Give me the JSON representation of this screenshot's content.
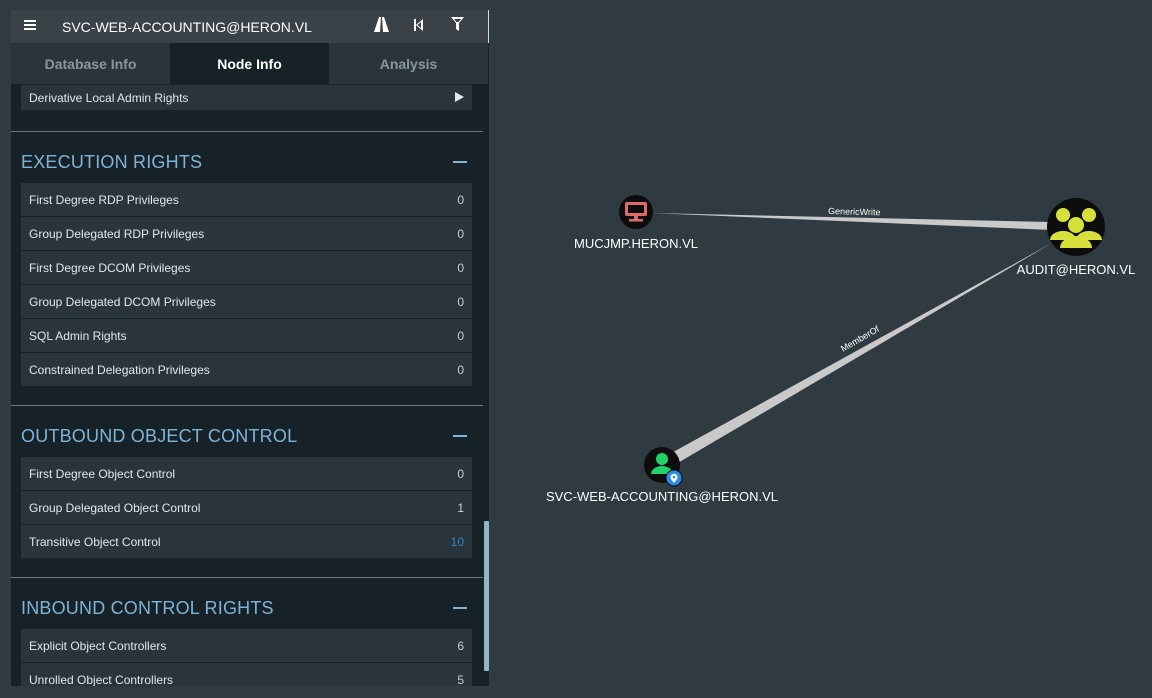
{
  "header": {
    "search_value": "SVC-WEB-ACCOUNTING@HERON.VL",
    "menu_icon": "hamburger-icon",
    "path_icon": "road-icon",
    "back_icon": "skip-back-icon",
    "filter_icon": "filter-icon"
  },
  "tabs": [
    {
      "label": "Database Info"
    },
    {
      "label": "Node Info"
    },
    {
      "label": "Analysis"
    }
  ],
  "partial_row": {
    "label": "Derivative Local Admin Rights"
  },
  "sections": {
    "execution": {
      "title": "EXECUTION RIGHTS",
      "rows": [
        {
          "label": "First Degree RDP Privileges",
          "value": "0"
        },
        {
          "label": "Group Delegated RDP Privileges",
          "value": "0"
        },
        {
          "label": "First Degree DCOM Privileges",
          "value": "0"
        },
        {
          "label": "Group Delegated DCOM Privileges",
          "value": "0"
        },
        {
          "label": "SQL Admin Rights",
          "value": "0"
        },
        {
          "label": "Constrained Delegation Privileges",
          "value": "0"
        }
      ]
    },
    "outbound": {
      "title": "OUTBOUND OBJECT CONTROL",
      "rows": [
        {
          "label": "First Degree Object Control",
          "value": "0"
        },
        {
          "label": "Group Delegated Object Control",
          "value": "1"
        },
        {
          "label": "Transitive Object Control",
          "value": "10"
        }
      ]
    },
    "inbound": {
      "title": "INBOUND CONTROL RIGHTS",
      "rows": [
        {
          "label": "Explicit Object Controllers",
          "value": "6"
        },
        {
          "label": "Unrolled Object Controllers",
          "value": "5"
        }
      ]
    }
  },
  "graph": {
    "nodes": {
      "computer": {
        "label": "MUCJMP.HERON.VL",
        "color": "#e06a6a",
        "icon": "computer-icon"
      },
      "group": {
        "label": "AUDIT@HERON.VL",
        "color": "#d7e03a",
        "icon": "group-icon"
      },
      "user": {
        "label": "SVC-WEB-ACCOUNTING@HERON.VL",
        "color": "#1fd36a",
        "icon": "user-icon"
      }
    },
    "edges": {
      "generic_write": {
        "label": "GenericWrite"
      },
      "member_of": {
        "label": "MemberOf"
      }
    },
    "colors": {
      "background": "#2f3a41",
      "edge": "#c9c9c9",
      "start_marker": "#2a8ee8"
    }
  }
}
